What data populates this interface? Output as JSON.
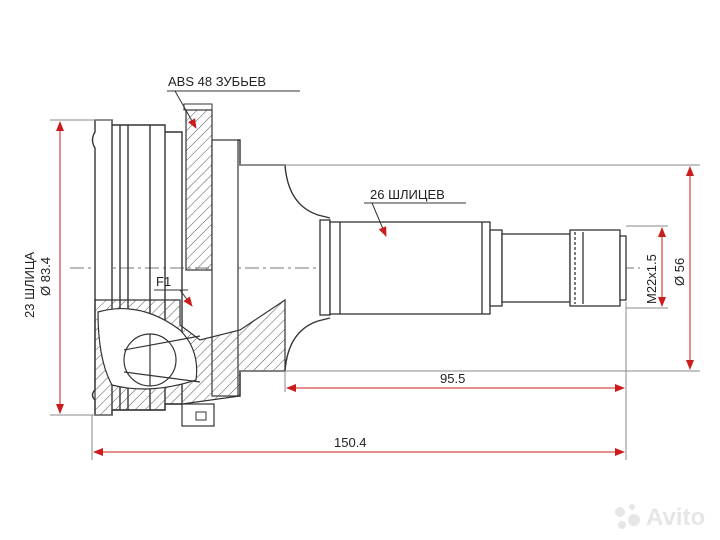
{
  "labels": {
    "abs_teeth": "ABS 48 ЗУБЬЕВ",
    "shaft_splines": "26 ШЛИЦЕВ",
    "housing_splines": "23 ШЛИЦА",
    "housing_diameter": "Ø 83.4",
    "thread": "M22x1.5",
    "shaft_diameter": "Ø 56",
    "section_marker": "F1",
    "shaft_length": "95.5",
    "total_length": "150.4"
  },
  "watermark": {
    "text": "Avito"
  },
  "colors": {
    "line": "#333333",
    "dimension": "#cc1b1b",
    "hatch": "#555555"
  }
}
